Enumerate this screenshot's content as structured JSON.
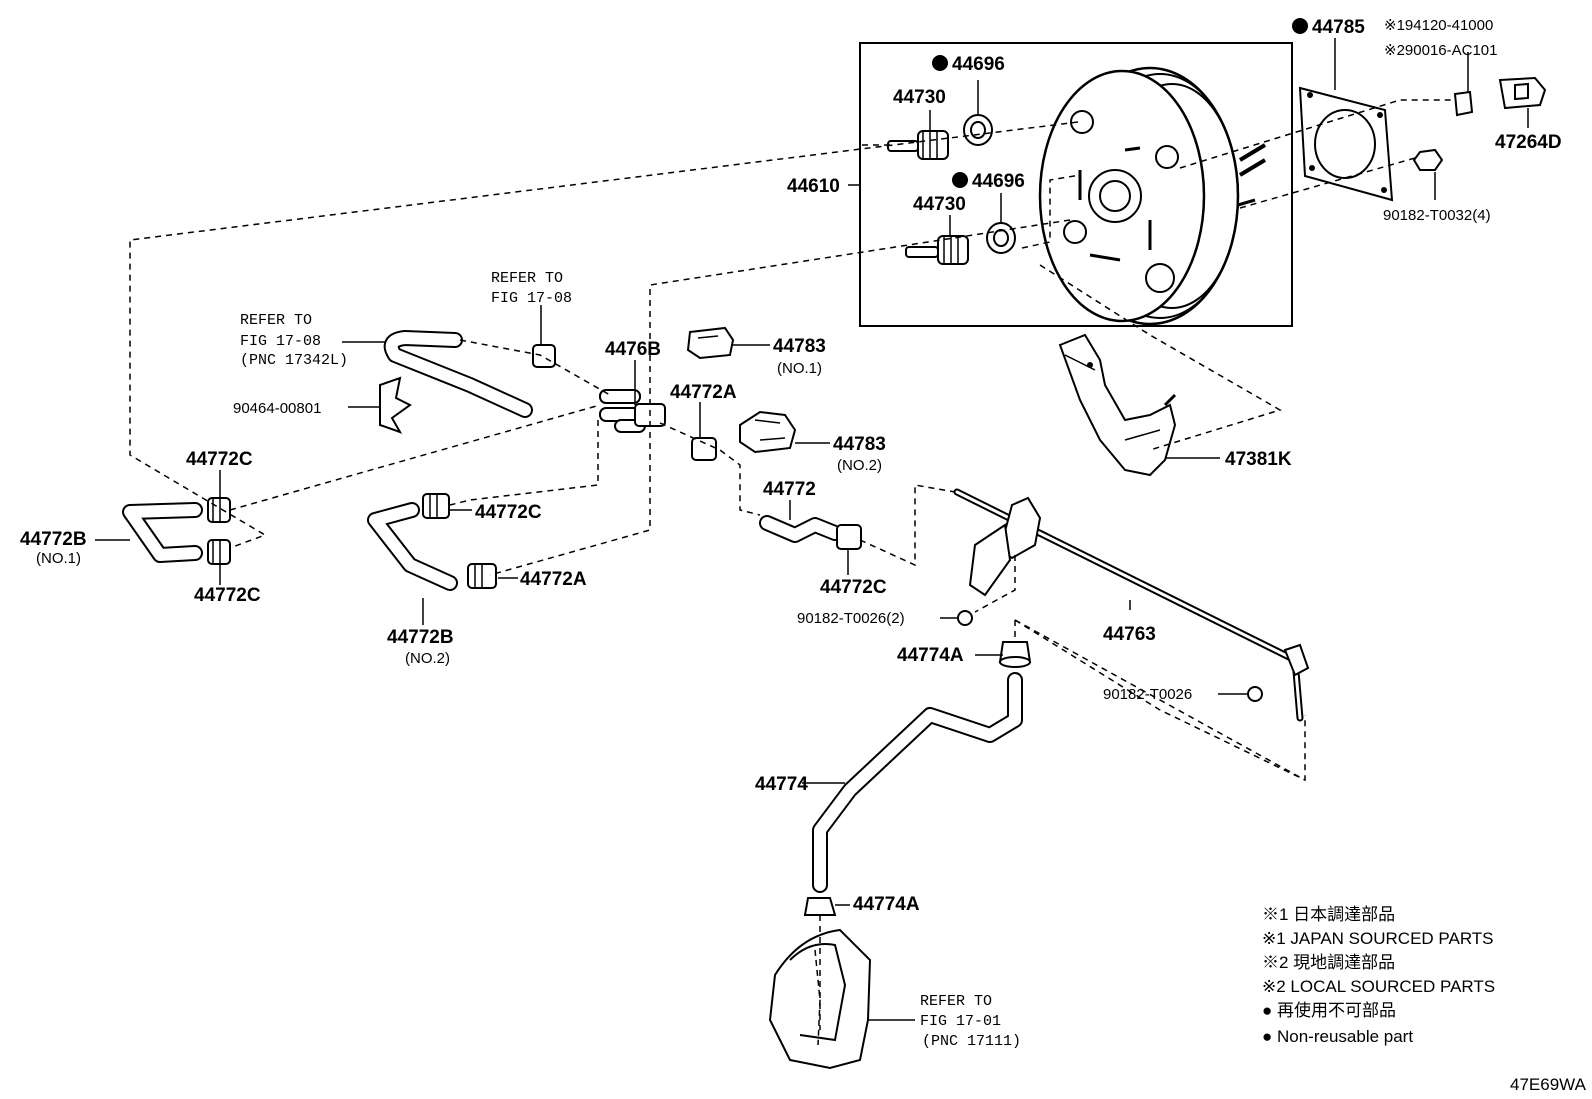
{
  "labels": {
    "p44785": "44785",
    "note1": "※194120-41000",
    "note2": "※290016-AC101",
    "p47264D": "47264D",
    "p90182_T0032": "90182-T0032(4)",
    "p44696_a": "44696",
    "p44696_b": "44696",
    "p44730_a": "44730",
    "p44730_b": "44730",
    "p44610": "44610",
    "refer_a_1": "REFER TO",
    "refer_a_2": "FIG 17-08",
    "refer_b_1": "REFER TO",
    "refer_b_2": "FIG 17-08",
    "refer_b_3": "(PNC 17342L)",
    "p4476B": "4476B",
    "p44783_no1": "44783",
    "p44783_no1_sub": "(NO.1)",
    "p44772A_top": "44772A",
    "p44783_no2": "44783",
    "p44783_no2_sub": "(NO.2)",
    "p90464": "90464-00801",
    "p47381K": "47381K",
    "p44772C_a": "44772C",
    "p44772C_b": "44772C",
    "p44772C_c": "44772C",
    "p44772C_d": "44772C",
    "p44772B_no1": "44772B",
    "p44772B_no1_sub": "(NO.1)",
    "p44772A_mid": "44772A",
    "p44772B_no2": "44772B",
    "p44772B_no2_sub": "(NO.2)",
    "p44772": "44772",
    "p90182_T0026_2": "90182-T0026(2)",
    "p44774A_top": "44774A",
    "p44763": "44763",
    "p90182_T0026": "90182-T0026",
    "p44774": "44774",
    "p44774A_bot": "44774A",
    "refer_c_1": "REFER TO",
    "refer_c_2": "FIG 17-01",
    "refer_c_3": "(PNC 17111)"
  },
  "legend": {
    "l1": "※1 日本調達部品",
    "l2": "※1 JAPAN SOURCED PARTS",
    "l3": "※2 現地調達部品",
    "l4": "※2 LOCAL SOURCED PARTS",
    "l5": "● 再使用不可部品",
    "l6": "● Non-reusable part"
  },
  "figure_code": "47E69WA",
  "colors": {
    "ink": "#000000",
    "paper": "#ffffff"
  }
}
